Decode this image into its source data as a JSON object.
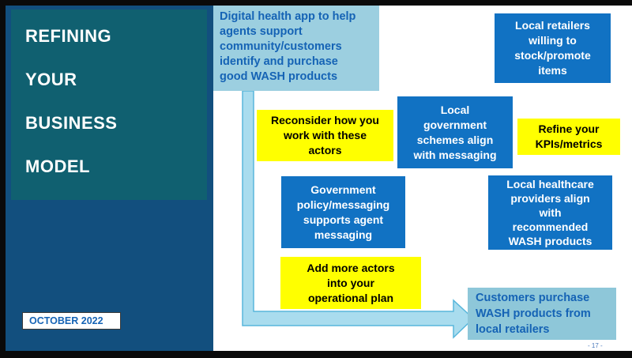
{
  "slide": {
    "title_lines": [
      "REFINING",
      "YOUR",
      "BUSINESS",
      "MODEL"
    ],
    "date_label": "OCTOBER 2022",
    "page_number": "- 17 -"
  },
  "boxes": {
    "digital_app": {
      "text": "Digital health app to help\nagents support\ncommunity/customers\nidentify and purchase\ngood WASH products"
    },
    "local_retailers": {
      "text": "Local retailers\nwilling to\nstock/promote\nitems"
    },
    "reconsider_actors": {
      "text": "Reconsider how you\nwork with these\nactors"
    },
    "local_government": {
      "text": "Local\ngovernment\nschemes align\nwith messaging"
    },
    "refine_kpis": {
      "text": "Refine your\nKPIs/metrics"
    },
    "government_policy": {
      "text": "Government\npolicy/messaging\nsupports agent\nmessaging"
    },
    "local_healthcare": {
      "text": "Local healthcare\nproviders align\nwith\nrecommended\nWASH products"
    },
    "add_actors": {
      "text": "Add more actors\ninto your\noperational plan"
    },
    "customers_purchase": {
      "text": "Customers purchase\nWASH products from\nlocal retailers"
    }
  },
  "colors": {
    "black_bar": "#0a0a0a",
    "navy_panel": "#124f7e",
    "teal_box": "#106070",
    "blue_box": "#1172c3",
    "yellow_box": "#ffff00",
    "light_blue_top": "#9ccfe0",
    "light_blue_bottom": "#8ec7d9",
    "arrow_fill": "#a9dcee",
    "arrow_stroke": "#58b6db",
    "blue_text": "#1563b5",
    "page_num_text": "#4a79bb",
    "white_text": "#ffffff"
  }
}
